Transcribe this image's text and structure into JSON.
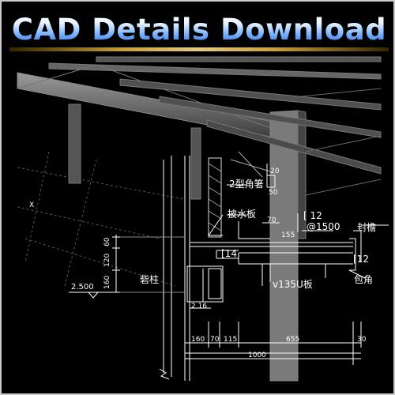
{
  "banner": {
    "title": "CAD Details Download"
  },
  "labels": {
    "angle_code": "2型角箸",
    "drain_board": "披水板",
    "post": "砦柱",
    "seal_edge": "封檐",
    "wrap_angle": "包角",
    "channel": "[ 12",
    "channel_right": "[12",
    "spacing": "@1500",
    "channel14": "[14",
    "panel": "v135U板",
    "elevation": "2.500",
    "dim_20": "20",
    "dim_50": "50",
    "dim_70": "70",
    "dim_155": "155",
    "dim_60": "60",
    "dim_120": "120",
    "dim_160v": "160",
    "dim_16": "2 16",
    "dim_30": "30",
    "dims_bottom": [
      "160",
      "70",
      "115",
      "655"
    ],
    "dim_total": "1000"
  }
}
